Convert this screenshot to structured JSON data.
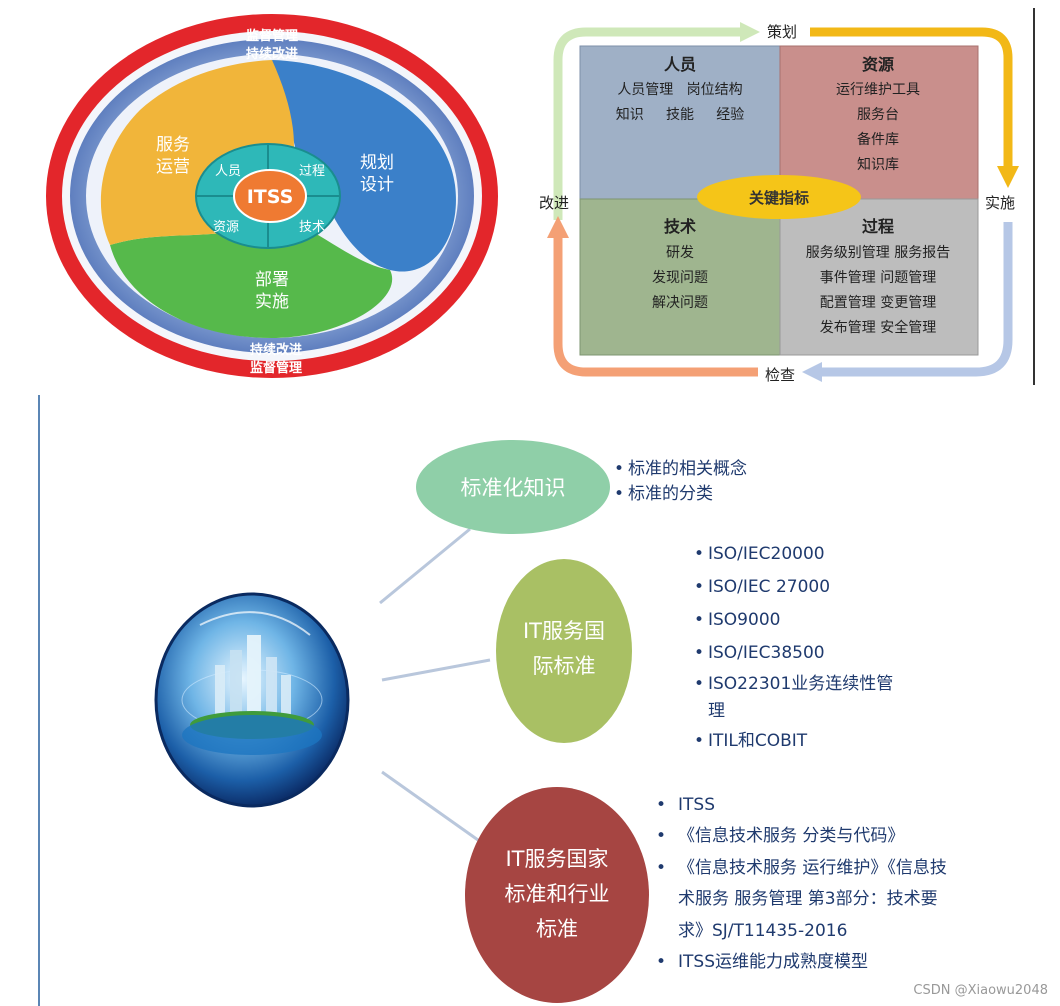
{
  "itss_wheel": {
    "outer_top": "监督管理",
    "inner_top": "持续改进",
    "outer_bottom": "监督管理",
    "inner_bottom": "持续改进",
    "segment_operate": [
      "服务",
      "运营"
    ],
    "segment_plan": [
      "规划",
      "设计"
    ],
    "segment_deploy": [
      "部署",
      "实施"
    ],
    "center": "ITSS",
    "quadrants": [
      "人员",
      "过程",
      "资源",
      "技术"
    ]
  },
  "pdca_matrix": {
    "plan": "策划",
    "implement": "实施",
    "check": "检查",
    "improve": "改进",
    "kpi": "关键指标",
    "people": {
      "title": "人员",
      "lines": [
        "人员管理   岗位结构",
        "知识     技能     经验"
      ]
    },
    "resources": {
      "title": "资源",
      "lines": [
        "运行维护工具",
        "服务台",
        "备件库",
        "知识库"
      ]
    },
    "technology": {
      "title": "技术",
      "lines": [
        "研发",
        "发现问题",
        "解决问题"
      ]
    },
    "process": {
      "title": "过程",
      "lines": [
        "服务级别管理 服务报告",
        "事件管理 问题管理",
        "配置管理 变更管理",
        "发布管理 安全管理"
      ]
    },
    "colors": {
      "people": "#9fb0c6",
      "resources": "#c98f8c",
      "technology": "#9fb58f",
      "process": "#bdbdbd",
      "kpi": "#f5c518"
    }
  },
  "standards": {
    "node1": {
      "label": "标准化知识",
      "color": "#8fcfa8"
    },
    "node2": {
      "label": [
        "IT服务国",
        "际标准"
      ],
      "color": "#a9c064"
    },
    "node3": {
      "label": [
        "IT服务国家",
        "标准和行业",
        "标准"
      ],
      "color": "#a64542"
    },
    "list1": [
      "标准的相关概念",
      "标准的分类"
    ],
    "list2": [
      "ISO/IEC20000",
      "ISO/IEC 27000",
      "ISO9000",
      "ISO/IEC38500",
      "ISO22301业务连续性管理",
      "ITIL和COBIT"
    ],
    "list3": [
      "ITSS",
      "《信息技术服务 分类与代码》",
      "《信息技术服务 运行维护》《信息技术服务 服务管理 第3部分：技术要求》SJ/T11435-2016",
      "ITSS运维能力成熟度模型"
    ]
  },
  "watermark": "CSDN @Xiaowu2048"
}
